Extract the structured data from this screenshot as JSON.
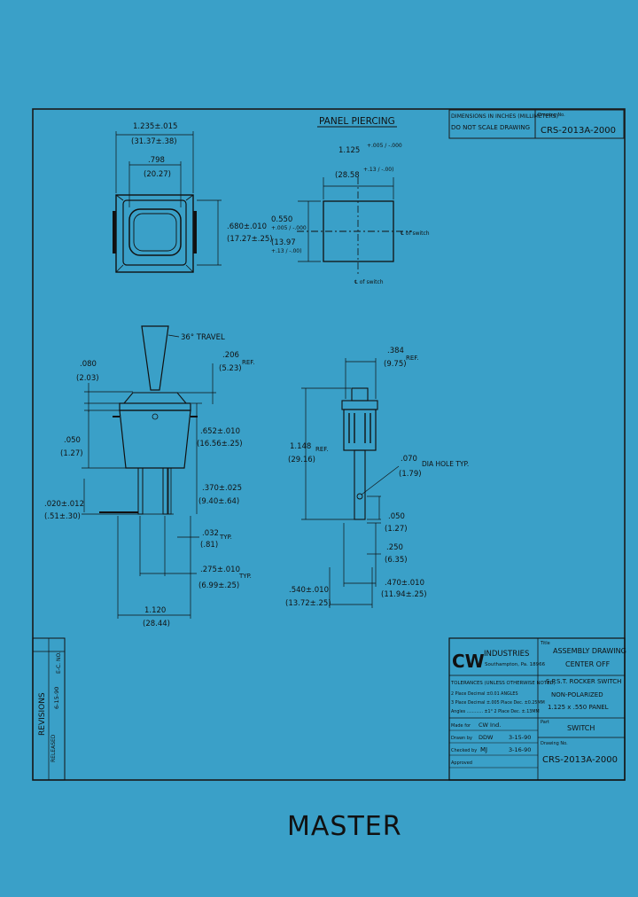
{
  "drawing": {
    "top_note": {
      "line1": "DIMENSIONS IN INCHES (MILLIMETERS)",
      "line2": "DO NOT SCALE DRAWING"
    },
    "drawing_no_label": "Drawing No.",
    "drawing_no": "CRS-2013A-2000",
    "panel_piercing": {
      "title": "PANEL PIERCING",
      "width_in": "1.125",
      "width_tol": "+.005 / -.000",
      "width_mm": "(28.58",
      "width_mm_tol": "+.13 / -.00)",
      "height_in": "0.550",
      "height_tol": "+.005 / -.000",
      "height_mm": "(13.97",
      "height_mm_tol": "+.13 / -.00)",
      "cl_label_right": "℄ of switch",
      "cl_label_bottom": "℄ of switch"
    },
    "top_view": {
      "overall_width": "1.235±.015",
      "overall_width_mm": "(31.37±.38)",
      "inner_width": ".798",
      "inner_width_mm": "(20.27)",
      "height": ".680±.010",
      "height_mm": "(17.27±.25)"
    },
    "side_view": {
      "travel": "36° TRAVEL",
      "d1": ".080",
      "d1_mm": "(2.03)",
      "d2": ".206",
      "d2_mm": "(5.23)",
      "ref": "REF.",
      "d3": ".652±.010",
      "d3_mm": "(16.56±.25)",
      "d4": ".050",
      "d4_mm": "(1.27)",
      "d5": ".370±.025",
      "d5_mm": "(9.40±.64)",
      "d6": ".020±.012",
      "d6_mm": "(.51±.30)",
      "d7": ".032",
      "d7_mm": "(.81)",
      "typ": "TYP.",
      "d8": ".275±.010",
      "d8_mm": "(6.99±.25)",
      "d9": "1.120",
      "d9_mm": "(28.44)"
    },
    "end_view": {
      "d1": ".384",
      "d1_mm": "(9.75)",
      "ref": "REF.",
      "d2": "1.148",
      "d2_mm": "(29.16)",
      "hole": ".070",
      "hole_mm": "(1.79)",
      "hole_note": "DIA HOLE TYP.",
      "d3": ".050",
      "d3_mm": "(1.27)",
      "d4": ".250",
      "d4_mm": "(6.35)",
      "d5": ".470±.010",
      "d5_mm": "(11.94±.25)",
      "d6": ".540±.010",
      "d6_mm": "(13.72±.25)"
    },
    "title_block": {
      "company": "INDUSTRIES",
      "company_addr": "Southampton, Pa. 18966",
      "logo": "CW",
      "title_label": "Title",
      "title1": "ASSEMBLY DRAWING",
      "title2": "CENTER OFF",
      "desc1": "S.P.S.T. ROCKER SWITCH",
      "desc2": "NON-POLARIZED",
      "desc3": "1.125 x .550 PANEL",
      "tolerance_head": "TOLERANCES (UNLESS OTHERWISE NOTED)",
      "tol_rows": [
        "2 Place Decimal ±0.01    ANGLES",
        "3 Place Decimal ±.005   Place Dec. ±0.25MM",
        "Angles ............ ±1°   2 Place Dec. ±.13MM"
      ],
      "made_for_label": "Made for",
      "made_for": "CW Ind.",
      "drawn_label": "Drawn by",
      "drawn": "DDW",
      "date": "3-15-90",
      "checked_label": "Checked by",
      "checked": "MJ",
      "checked_date": "3-16-90",
      "approved_label": "Approved",
      "part_label": "Part",
      "part": "SWITCH",
      "dwg_label": "Drawing No.",
      "dwg": "CRS-2013A-2000"
    },
    "revisions": {
      "label": "REVISIONS",
      "row": "RELEASED",
      "code": "E-C. NO.",
      "date": "6-15-90"
    },
    "stamp": "MASTER"
  }
}
